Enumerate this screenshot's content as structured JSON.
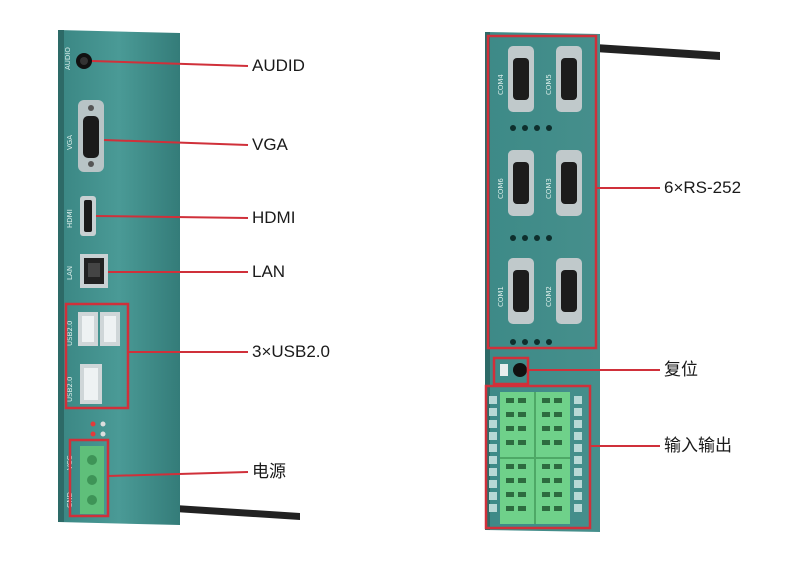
{
  "left_panel": {
    "callouts": [
      {
        "label": "AUDID"
      },
      {
        "label": "VGA"
      },
      {
        "label": "HDMI"
      },
      {
        "label": "LAN"
      },
      {
        "label": "3×USB2.0"
      },
      {
        "label": "电源"
      }
    ],
    "port_silkscreen": {
      "audio": "AUDIO",
      "vga": "VGA",
      "hdmi": "HDMI",
      "lan": "LAN",
      "usb1": "USB2.0",
      "usb2": "USB2.0",
      "power_vcc": "VCC",
      "power_gnd": "GND"
    }
  },
  "right_panel": {
    "callouts": [
      {
        "label": "6×RS-252"
      },
      {
        "label": "复位"
      },
      {
        "label": "输入输出"
      }
    ],
    "com_silkscreen": [
      "COM1",
      "COM2",
      "COM3",
      "COM4",
      "COM5",
      "COM6"
    ]
  },
  "colors": {
    "panel": "#3f8d8a",
    "panel_dark": "#2f6f6c",
    "highlight_box": "#d0303a",
    "callout_line": "#d0303a",
    "connector_green": "#6fd18a",
    "antenna": "#222222"
  }
}
